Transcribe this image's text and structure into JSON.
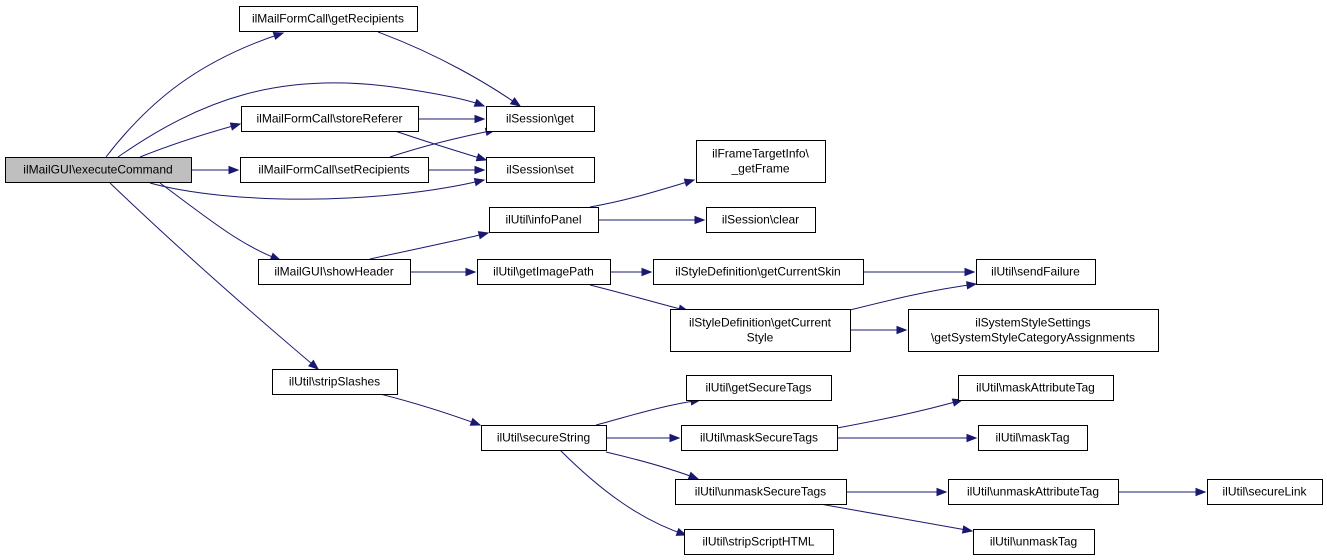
{
  "colors": {
    "edge": "#191970",
    "root_fill": "#bfbfbf",
    "node_fill": "#ffffff",
    "node_border": "#000000"
  },
  "nodes": [
    {
      "id": "executeCommand",
      "lines": [
        "ilMailGUI\\executeCommand"
      ],
      "root": true
    },
    {
      "id": "getRecipients",
      "lines": [
        "ilMailFormCall\\getRecipients"
      ]
    },
    {
      "id": "storeReferer",
      "lines": [
        "ilMailFormCall\\storeReferer"
      ]
    },
    {
      "id": "setRecipients",
      "lines": [
        "ilMailFormCall\\setRecipients"
      ]
    },
    {
      "id": "sessionGet",
      "lines": [
        "ilSession\\get"
      ]
    },
    {
      "id": "sessionSet",
      "lines": [
        "ilSession\\set"
      ]
    },
    {
      "id": "getFrame",
      "lines": [
        "ilFrameTargetInfo\\",
        "_getFrame"
      ]
    },
    {
      "id": "infoPanel",
      "lines": [
        "ilUtil\\infoPanel"
      ]
    },
    {
      "id": "sessionClear",
      "lines": [
        "ilSession\\clear"
      ]
    },
    {
      "id": "showHeader",
      "lines": [
        "ilMailGUI\\showHeader"
      ]
    },
    {
      "id": "getImagePath",
      "lines": [
        "ilUtil\\getImagePath"
      ]
    },
    {
      "id": "getCurrentSkin",
      "lines": [
        "ilStyleDefinition\\getCurrentSkin"
      ]
    },
    {
      "id": "sendFailure",
      "lines": [
        "ilUtil\\sendFailure"
      ]
    },
    {
      "id": "getCurrentStyle",
      "lines": [
        "ilStyleDefinition\\getCurrent",
        "Style"
      ]
    },
    {
      "id": "getSystemStyle",
      "lines": [
        "ilSystemStyleSettings",
        "\\getSystemStyleCategoryAssignments"
      ]
    },
    {
      "id": "stripSlashes",
      "lines": [
        "ilUtil\\stripSlashes"
      ]
    },
    {
      "id": "secureString",
      "lines": [
        "ilUtil\\secureString"
      ]
    },
    {
      "id": "getSecureTags",
      "lines": [
        "ilUtil\\getSecureTags"
      ]
    },
    {
      "id": "maskSecureTags",
      "lines": [
        "ilUtil\\maskSecureTags"
      ]
    },
    {
      "id": "maskAttributeTag",
      "lines": [
        "ilUtil\\maskAttributeTag"
      ]
    },
    {
      "id": "maskTag",
      "lines": [
        "ilUtil\\maskTag"
      ]
    },
    {
      "id": "unmaskSecureTags",
      "lines": [
        "ilUtil\\unmaskSecureTags"
      ]
    },
    {
      "id": "unmaskAttributeTag",
      "lines": [
        "ilUtil\\unmaskAttributeTag"
      ]
    },
    {
      "id": "secureLink",
      "lines": [
        "ilUtil\\secureLink"
      ]
    },
    {
      "id": "unmaskTag",
      "lines": [
        "ilUtil\\unmaskTag"
      ]
    },
    {
      "id": "stripScriptHTML",
      "lines": [
        "ilUtil\\stripScriptHTML"
      ]
    }
  ],
  "edges": [
    {
      "from": "executeCommand",
      "to": "getRecipients"
    },
    {
      "from": "executeCommand",
      "to": "sessionGet"
    },
    {
      "from": "executeCommand",
      "to": "storeReferer"
    },
    {
      "from": "executeCommand",
      "to": "setRecipients"
    },
    {
      "from": "executeCommand",
      "to": "sessionSet"
    },
    {
      "from": "executeCommand",
      "to": "showHeader"
    },
    {
      "from": "executeCommand",
      "to": "stripSlashes"
    },
    {
      "from": "getRecipients",
      "to": "sessionGet"
    },
    {
      "from": "storeReferer",
      "to": "sessionGet"
    },
    {
      "from": "storeReferer",
      "to": "sessionSet"
    },
    {
      "from": "setRecipients",
      "to": "sessionGet"
    },
    {
      "from": "setRecipients",
      "to": "sessionSet"
    },
    {
      "from": "showHeader",
      "to": "infoPanel"
    },
    {
      "from": "showHeader",
      "to": "getImagePath"
    },
    {
      "from": "infoPanel",
      "to": "getFrame"
    },
    {
      "from": "infoPanel",
      "to": "sessionClear"
    },
    {
      "from": "getImagePath",
      "to": "getCurrentSkin"
    },
    {
      "from": "getImagePath",
      "to": "getCurrentStyle"
    },
    {
      "from": "getCurrentSkin",
      "to": "sendFailure"
    },
    {
      "from": "getCurrentStyle",
      "to": "sendFailure"
    },
    {
      "from": "getCurrentStyle",
      "to": "getSystemStyle"
    },
    {
      "from": "stripSlashes",
      "to": "secureString"
    },
    {
      "from": "secureString",
      "to": "getSecureTags"
    },
    {
      "from": "secureString",
      "to": "maskSecureTags"
    },
    {
      "from": "secureString",
      "to": "unmaskSecureTags"
    },
    {
      "from": "secureString",
      "to": "stripScriptHTML"
    },
    {
      "from": "maskSecureTags",
      "to": "maskAttributeTag"
    },
    {
      "from": "maskSecureTags",
      "to": "maskTag"
    },
    {
      "from": "unmaskSecureTags",
      "to": "unmaskAttributeTag"
    },
    {
      "from": "unmaskSecureTags",
      "to": "unmaskTag"
    },
    {
      "from": "unmaskAttributeTag",
      "to": "secureLink"
    }
  ]
}
